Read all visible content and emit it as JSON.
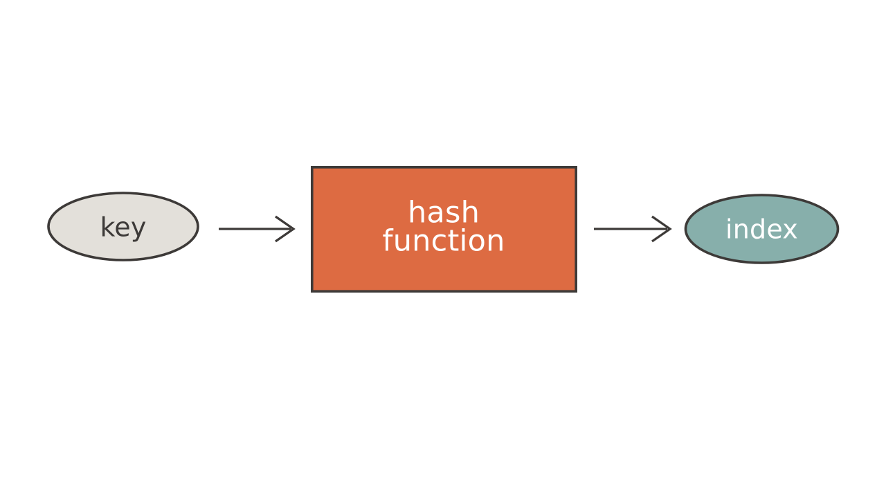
{
  "diagram": {
    "title": "hash function mapping diagram",
    "background_color": "#ffffff",
    "nodes": [
      {
        "id": "key",
        "label": "key",
        "shape": "ellipse",
        "fill_color": "#E3E0DA",
        "stroke_color": "#3D3A38",
        "text_color": "#3D3A38"
      },
      {
        "id": "hash-function",
        "label_line1": "hash",
        "label_line2": "function",
        "shape": "rectangle",
        "fill_color": "#DD6B42",
        "stroke_color": "#3D3A38",
        "text_color": "#FFFFFF"
      },
      {
        "id": "index",
        "label": "index",
        "shape": "ellipse",
        "fill_color": "#87AFAB",
        "stroke_color": "#3D3A38",
        "text_color": "#FFFFFF"
      }
    ],
    "edges": [
      {
        "id": "key-to-hash",
        "from": "key",
        "to": "hash-function",
        "label": "",
        "stroke_color": "#3D3A38",
        "arrow_style": "open-chevron"
      },
      {
        "id": "hash-to-index",
        "from": "hash-function",
        "to": "index",
        "label": "",
        "stroke_color": "#3D3A38",
        "arrow_style": "open-chevron"
      }
    ]
  }
}
